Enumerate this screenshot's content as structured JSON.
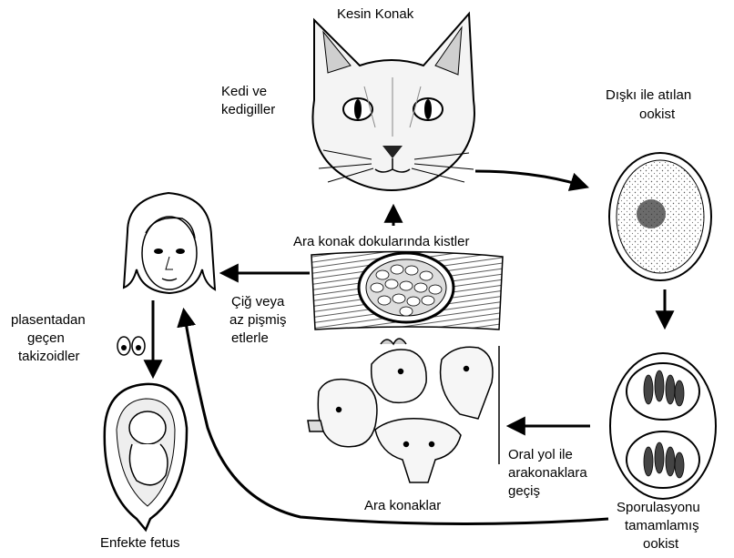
{
  "labels": {
    "definitive_host": "Kesin Konak",
    "cat_line1": "Kedi ve",
    "cat_line2": "kedigiller",
    "oocyst_line1": "Dışkı ile atılan",
    "oocyst_line2": "ookist",
    "cysts": "Ara konak dokularında kistler",
    "meat_line1": "Çiğ veya",
    "meat_line2": "az pişmiş",
    "meat_line3": "etlerle",
    "placenta_line1": "plasentadan",
    "placenta_line2": "geçen",
    "placenta_line3": "takizoidler",
    "oral_line1": "Oral yol ile",
    "oral_line2": "arakonaklara",
    "oral_line3": "geçiş",
    "intermediate_hosts": "Ara konaklar",
    "sporulated_line1": "Sporulasyonu",
    "sporulated_line2": "tamamlamış",
    "sporulated_line3": "ookist",
    "fetus": "Enfekte fetus"
  }
}
